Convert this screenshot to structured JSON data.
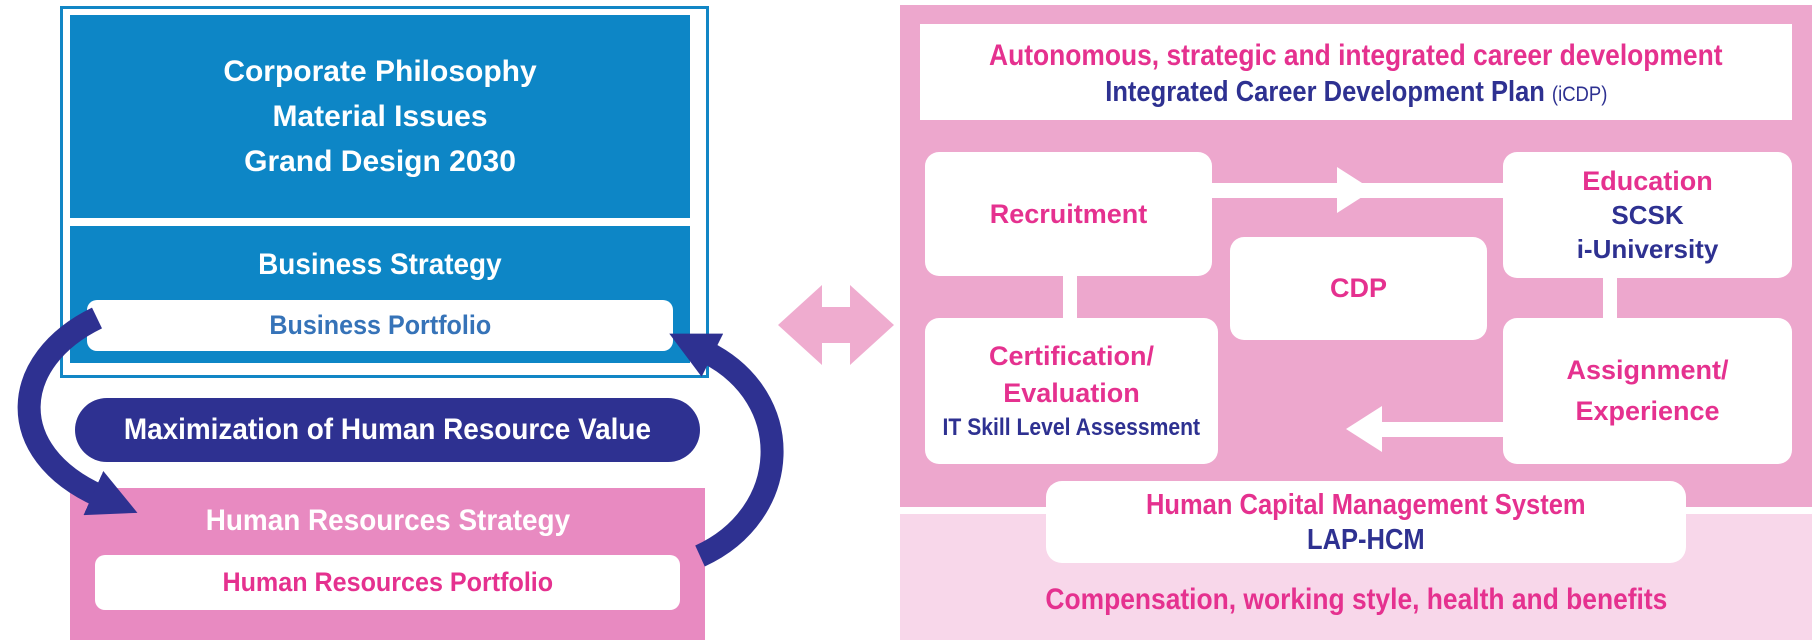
{
  "colors": {
    "blue": "#0d86c6",
    "blue_border": "#1286c5",
    "indigo": "#2e3191",
    "magenta": "#e5318f",
    "portfolio_blue": "#3673b8",
    "hr_pink": "#e88ac1",
    "panel_pink": "#eda7cd",
    "light_pink": "#f8d7ea",
    "arrow_pink": "#efaccf"
  },
  "left": {
    "corporate": {
      "lines": [
        "Corporate Philosophy",
        "Material Issues",
        "Grand Design 2030"
      ]
    },
    "business_strategy": "Business Strategy",
    "business_portfolio": "Business Portfolio",
    "value_pill": "Maximization of Human Resource Value",
    "hr_strategy": "Human Resources Strategy",
    "hr_portfolio": "Human Resources Portfolio"
  },
  "right": {
    "header": {
      "line1": "Autonomous, strategic and integrated career development",
      "line2": "Integrated Career Development Plan",
      "line2_suffix": "(iCDP)"
    },
    "recruitment": "Recruitment",
    "education": {
      "title": "Education",
      "sub1": "SCSK",
      "sub2": "i-University"
    },
    "cdp": "CDP",
    "certification": {
      "line1": "Certification/",
      "line2": "Evaluation",
      "sub": "IT Skill Level Assessment"
    },
    "assignment": {
      "line1": "Assignment/",
      "line2": "Experience"
    },
    "hcm": {
      "title": "Human Capital Management System",
      "sub": "LAP-HCM"
    },
    "benefits": "Compensation, working style, health and benefits"
  }
}
